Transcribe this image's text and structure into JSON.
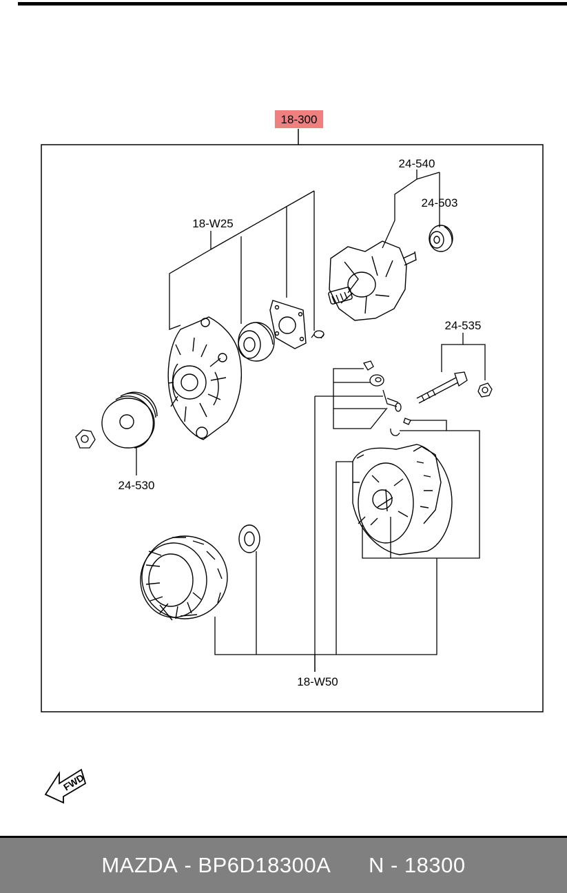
{
  "callouts": {
    "assembly": "18-300",
    "rear_housing_kit": "18-W25",
    "rotor_kit": "24-540",
    "bearing": "24-503",
    "bolt_kit": "24-535",
    "pulley": "24-530",
    "stator_kit": "18-W50"
  },
  "fwd_label": "FWD",
  "footer": {
    "brand": "MAZDA",
    "part_number": "BP6D18300A",
    "ref_number": "N - 18300"
  },
  "colors": {
    "highlight": "#f08080",
    "footer_bg": "#808080",
    "footer_text": "#ffffff",
    "line": "#000000"
  }
}
